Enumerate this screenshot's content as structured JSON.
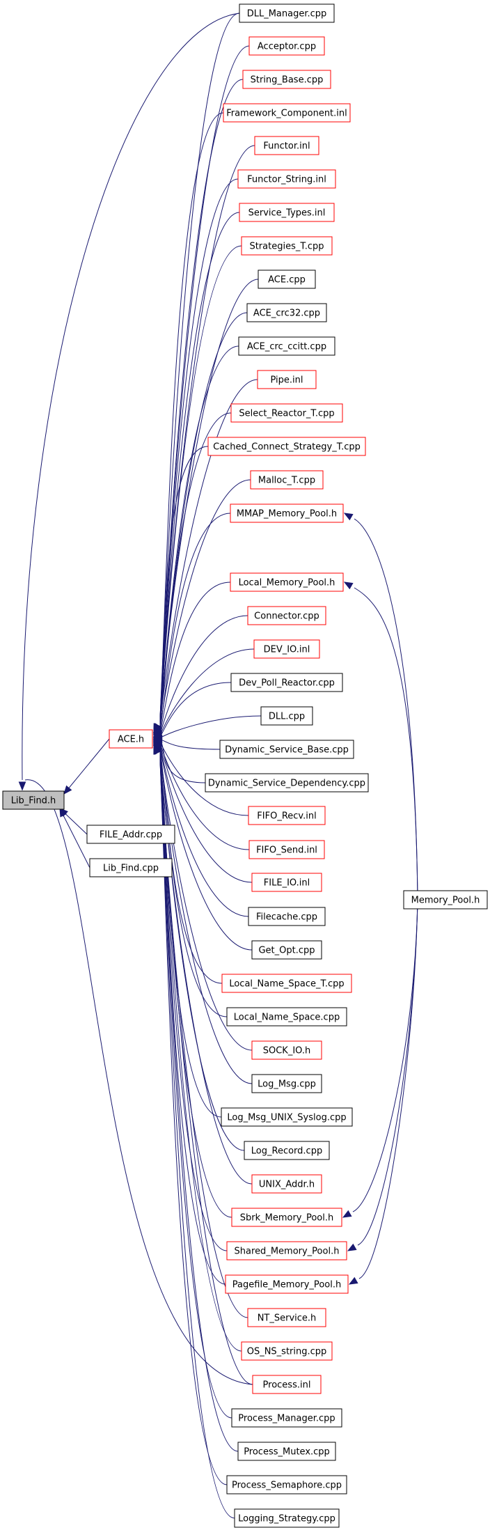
{
  "colors": {
    "edge": "#191970",
    "border_normal": "#000000",
    "border_linked": "#ff0000",
    "focus_fill": "#bfbfbf",
    "node_fill": "#ffffff"
  },
  "nodes": [
    {
      "id": "lib_find_h",
      "label": "Lib_Find.h",
      "style": "focus"
    },
    {
      "id": "ace_h",
      "label": "ACE.h",
      "style": "linked"
    },
    {
      "id": "file_addr_cpp",
      "label": "FILE_Addr.cpp",
      "style": "normal"
    },
    {
      "id": "lib_find_cpp",
      "label": "Lib_Find.cpp",
      "style": "normal"
    },
    {
      "id": "memory_pool_h",
      "label": "Memory_Pool.h",
      "style": "normal"
    },
    {
      "id": "dll_manager_cpp",
      "label": "DLL_Manager.cpp",
      "style": "normal"
    },
    {
      "id": "acceptor_cpp",
      "label": "Acceptor.cpp",
      "style": "linked"
    },
    {
      "id": "string_base_cpp",
      "label": "String_Base.cpp",
      "style": "linked"
    },
    {
      "id": "framework_component_inl",
      "label": "Framework_Component.inl",
      "style": "linked"
    },
    {
      "id": "functor_inl",
      "label": "Functor.inl",
      "style": "linked"
    },
    {
      "id": "functor_string_inl",
      "label": "Functor_String.inl",
      "style": "linked"
    },
    {
      "id": "service_types_inl",
      "label": "Service_Types.inl",
      "style": "linked"
    },
    {
      "id": "strategies_t_cpp",
      "label": "Strategies_T.cpp",
      "style": "linked"
    },
    {
      "id": "ace_cpp",
      "label": "ACE.cpp",
      "style": "normal"
    },
    {
      "id": "ace_crc32_cpp",
      "label": "ACE_crc32.cpp",
      "style": "normal"
    },
    {
      "id": "ace_crc_ccitt_cpp",
      "label": "ACE_crc_ccitt.cpp",
      "style": "normal"
    },
    {
      "id": "pipe_inl",
      "label": "Pipe.inl",
      "style": "linked"
    },
    {
      "id": "select_reactor_t_cpp",
      "label": "Select_Reactor_T.cpp",
      "style": "linked"
    },
    {
      "id": "cached_connect_strategy_t_cpp",
      "label": "Cached_Connect_Strategy_T.cpp",
      "style": "linked"
    },
    {
      "id": "malloc_t_cpp",
      "label": "Malloc_T.cpp",
      "style": "linked"
    },
    {
      "id": "mmap_memory_pool_h",
      "label": "MMAP_Memory_Pool.h",
      "style": "linked"
    },
    {
      "id": "local_memory_pool_h",
      "label": "Local_Memory_Pool.h",
      "style": "linked"
    },
    {
      "id": "connector_cpp",
      "label": "Connector.cpp",
      "style": "linked"
    },
    {
      "id": "dev_io_inl",
      "label": "DEV_IO.inl",
      "style": "linked"
    },
    {
      "id": "dev_poll_reactor_cpp",
      "label": "Dev_Poll_Reactor.cpp",
      "style": "normal"
    },
    {
      "id": "dll_cpp",
      "label": "DLL.cpp",
      "style": "normal"
    },
    {
      "id": "dynamic_service_base_cpp",
      "label": "Dynamic_Service_Base.cpp",
      "style": "normal"
    },
    {
      "id": "dynamic_service_dependency_cpp",
      "label": "Dynamic_Service_Dependency.cpp",
      "style": "normal"
    },
    {
      "id": "fifo_recv_inl",
      "label": "FIFO_Recv.inl",
      "style": "linked"
    },
    {
      "id": "fifo_send_inl",
      "label": "FIFO_Send.inl",
      "style": "linked"
    },
    {
      "id": "file_io_inl",
      "label": "FILE_IO.inl",
      "style": "linked"
    },
    {
      "id": "filecache_cpp",
      "label": "Filecache.cpp",
      "style": "normal"
    },
    {
      "id": "get_opt_cpp",
      "label": "Get_Opt.cpp",
      "style": "normal"
    },
    {
      "id": "local_name_space_t_cpp",
      "label": "Local_Name_Space_T.cpp",
      "style": "linked"
    },
    {
      "id": "local_name_space_cpp",
      "label": "Local_Name_Space.cpp",
      "style": "normal"
    },
    {
      "id": "sock_io_h",
      "label": "SOCK_IO.h",
      "style": "linked"
    },
    {
      "id": "log_msg_cpp",
      "label": "Log_Msg.cpp",
      "style": "normal"
    },
    {
      "id": "log_msg_unix_syslog_cpp",
      "label": "Log_Msg_UNIX_Syslog.cpp",
      "style": "normal"
    },
    {
      "id": "log_record_cpp",
      "label": "Log_Record.cpp",
      "style": "normal"
    },
    {
      "id": "unix_addr_h",
      "label": "UNIX_Addr.h",
      "style": "linked"
    },
    {
      "id": "sbrk_memory_pool_h",
      "label": "Sbrk_Memory_Pool.h",
      "style": "linked"
    },
    {
      "id": "shared_memory_pool_h",
      "label": "Shared_Memory_Pool.h",
      "style": "linked"
    },
    {
      "id": "pagefile_memory_pool_h",
      "label": "Pagefile_Memory_Pool.h",
      "style": "linked"
    },
    {
      "id": "nt_service_h",
      "label": "NT_Service.h",
      "style": "linked"
    },
    {
      "id": "os_ns_string_cpp",
      "label": "OS_NS_string.cpp",
      "style": "linked"
    },
    {
      "id": "process_inl",
      "label": "Process.inl",
      "style": "linked"
    },
    {
      "id": "process_manager_cpp",
      "label": "Process_Manager.cpp",
      "style": "normal"
    },
    {
      "id": "process_mutex_cpp",
      "label": "Process_Mutex.cpp",
      "style": "normal"
    },
    {
      "id": "process_semaphore_cpp",
      "label": "Process_Semaphore.cpp",
      "style": "normal"
    },
    {
      "id": "logging_strategy_cpp",
      "label": "Logging_Strategy.cpp",
      "style": "normal"
    }
  ],
  "edges": [
    {
      "from": "ace_h",
      "to": "lib_find_h"
    },
    {
      "from": "file_addr_cpp",
      "to": "lib_find_h"
    },
    {
      "from": "lib_find_cpp",
      "to": "lib_find_h"
    },
    {
      "from": "dll_manager_cpp",
      "to": "lib_find_h"
    },
    {
      "from": "process_inl",
      "to": "lib_find_h"
    },
    {
      "from": "dll_manager_cpp",
      "to": "ace_h"
    },
    {
      "from": "acceptor_cpp",
      "to": "ace_h"
    },
    {
      "from": "string_base_cpp",
      "to": "ace_h"
    },
    {
      "from": "framework_component_inl",
      "to": "ace_h"
    },
    {
      "from": "functor_inl",
      "to": "ace_h"
    },
    {
      "from": "functor_string_inl",
      "to": "ace_h"
    },
    {
      "from": "service_types_inl",
      "to": "ace_h"
    },
    {
      "from": "strategies_t_cpp",
      "to": "ace_h"
    },
    {
      "from": "ace_cpp",
      "to": "ace_h"
    },
    {
      "from": "ace_crc32_cpp",
      "to": "ace_h"
    },
    {
      "from": "ace_crc_ccitt_cpp",
      "to": "ace_h"
    },
    {
      "from": "pipe_inl",
      "to": "ace_h"
    },
    {
      "from": "select_reactor_t_cpp",
      "to": "ace_h"
    },
    {
      "from": "cached_connect_strategy_t_cpp",
      "to": "ace_h"
    },
    {
      "from": "malloc_t_cpp",
      "to": "ace_h"
    },
    {
      "from": "mmap_memory_pool_h",
      "to": "ace_h"
    },
    {
      "from": "local_memory_pool_h",
      "to": "ace_h"
    },
    {
      "from": "connector_cpp",
      "to": "ace_h"
    },
    {
      "from": "dev_io_inl",
      "to": "ace_h"
    },
    {
      "from": "dev_poll_reactor_cpp",
      "to": "ace_h"
    },
    {
      "from": "dll_cpp",
      "to": "ace_h"
    },
    {
      "from": "dynamic_service_base_cpp",
      "to": "ace_h"
    },
    {
      "from": "dynamic_service_dependency_cpp",
      "to": "ace_h"
    },
    {
      "from": "fifo_recv_inl",
      "to": "ace_h"
    },
    {
      "from": "fifo_send_inl",
      "to": "ace_h"
    },
    {
      "from": "file_io_inl",
      "to": "ace_h"
    },
    {
      "from": "filecache_cpp",
      "to": "ace_h"
    },
    {
      "from": "get_opt_cpp",
      "to": "ace_h"
    },
    {
      "from": "local_name_space_t_cpp",
      "to": "ace_h"
    },
    {
      "from": "local_name_space_cpp",
      "to": "ace_h"
    },
    {
      "from": "sock_io_h",
      "to": "ace_h"
    },
    {
      "from": "log_msg_cpp",
      "to": "ace_h"
    },
    {
      "from": "log_msg_unix_syslog_cpp",
      "to": "ace_h"
    },
    {
      "from": "log_record_cpp",
      "to": "ace_h"
    },
    {
      "from": "unix_addr_h",
      "to": "ace_h"
    },
    {
      "from": "sbrk_memory_pool_h",
      "to": "ace_h"
    },
    {
      "from": "shared_memory_pool_h",
      "to": "ace_h"
    },
    {
      "from": "pagefile_memory_pool_h",
      "to": "ace_h"
    },
    {
      "from": "nt_service_h",
      "to": "ace_h"
    },
    {
      "from": "os_ns_string_cpp",
      "to": "ace_h"
    },
    {
      "from": "process_inl",
      "to": "ace_h"
    },
    {
      "from": "process_manager_cpp",
      "to": "ace_h"
    },
    {
      "from": "process_mutex_cpp",
      "to": "ace_h"
    },
    {
      "from": "process_semaphore_cpp",
      "to": "ace_h"
    },
    {
      "from": "logging_strategy_cpp",
      "to": "ace_h"
    },
    {
      "from": "memory_pool_h",
      "to": "mmap_memory_pool_h"
    },
    {
      "from": "memory_pool_h",
      "to": "local_memory_pool_h"
    },
    {
      "from": "memory_pool_h",
      "to": "sbrk_memory_pool_h"
    },
    {
      "from": "memory_pool_h",
      "to": "shared_memory_pool_h"
    },
    {
      "from": "memory_pool_h",
      "to": "pagefile_memory_pool_h"
    }
  ]
}
